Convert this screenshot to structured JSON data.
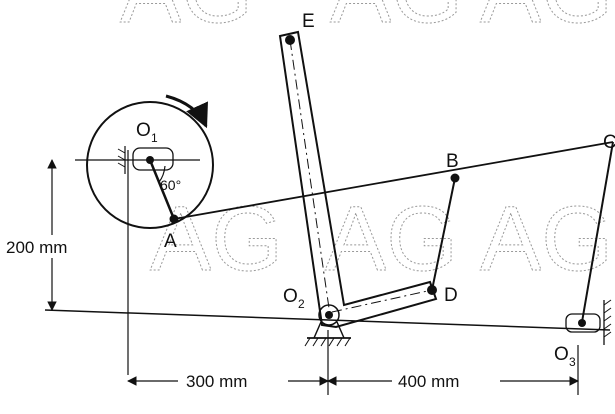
{
  "labels": {
    "E": "E",
    "O1": "O",
    "O1_sub": "1",
    "B": "B",
    "C": "C",
    "A": "A",
    "O2": "O",
    "O2_sub": "2",
    "D": "D",
    "O3": "O",
    "O3_sub": "3"
  },
  "angle_label": "60°",
  "dimensions": {
    "vertical": "200 mm",
    "horizontal_left": "300 mm",
    "horizontal_right": "400 mm"
  },
  "watermark": "AG",
  "colors": {
    "ink": "#111111",
    "watermark": "#9a9a9a"
  }
}
